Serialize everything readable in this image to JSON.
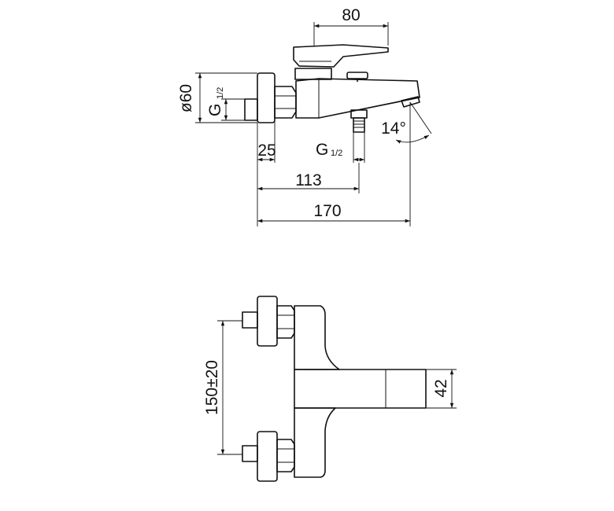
{
  "side_view": {
    "dim_top_width": "80",
    "dim_diameter": "ø60",
    "thread_left": "G",
    "thread_left_fraction": "1/2",
    "dim_offset": "25",
    "thread_bottom": "G",
    "thread_bottom_fraction": "1/2",
    "dim_angle": "14°",
    "dim_inlet": "113",
    "dim_total": "170"
  },
  "front_view": {
    "dim_centers": "150±20",
    "dim_spout_height": "42"
  }
}
